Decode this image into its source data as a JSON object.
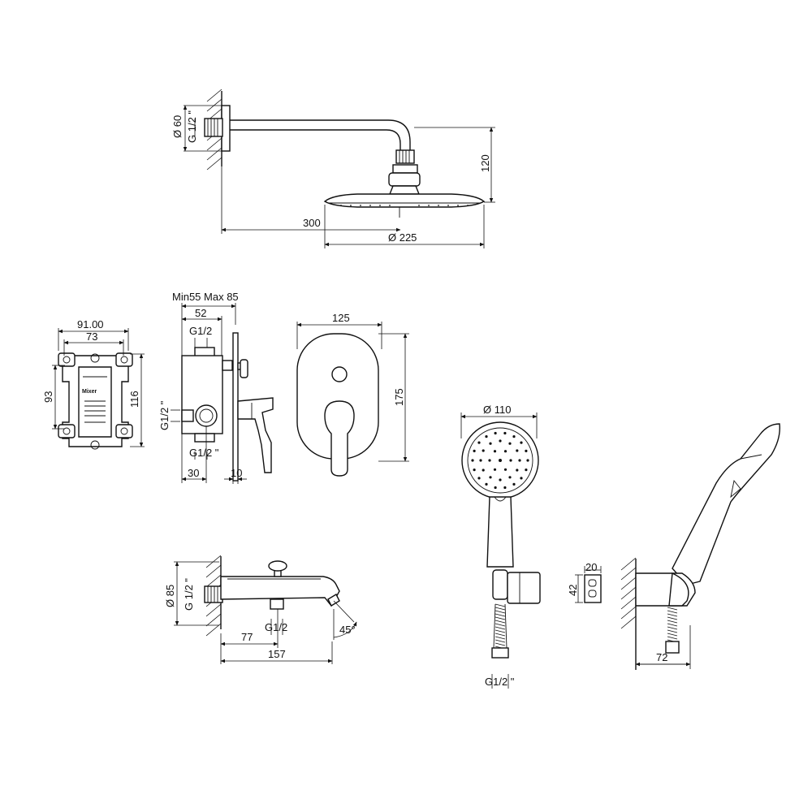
{
  "shower_arm": {
    "dim_diameter_flange": "Ø 60",
    "dim_thread": "G 1/2 \"",
    "dim_height": "120",
    "dim_length": "300",
    "dim_head_diameter": "Ø 225"
  },
  "install_box": {
    "dim_outer_width": "91.00",
    "dim_inner_width": "73",
    "dim_inner_height": "93",
    "dim_outer_height": "116",
    "brand_text": "Mixer"
  },
  "mixer_side": {
    "dim_depth_range": "Min55 Max 85",
    "dim_body": "52",
    "dim_thread_top": "G1/2",
    "dim_thread_side": "G1/2 \"",
    "dim_thread_bottom": "G1/2 \"",
    "dim_offset": "30",
    "dim_plate": "10"
  },
  "mixer_front": {
    "dim_width": "125",
    "dim_height": "175"
  },
  "spout": {
    "dim_diameter": "Ø 85",
    "dim_thread": "G 1/2 \"",
    "dim_outlet": "G1/2",
    "dim_angle": "45°",
    "dim_short": "77",
    "dim_length": "157"
  },
  "hand_shower": {
    "dim_diameter": "Ø 110",
    "dim_thread": "G1/2 \"",
    "dim_bracket_w": "20",
    "dim_bracket_h": "42",
    "dim_holder_depth": "72"
  }
}
